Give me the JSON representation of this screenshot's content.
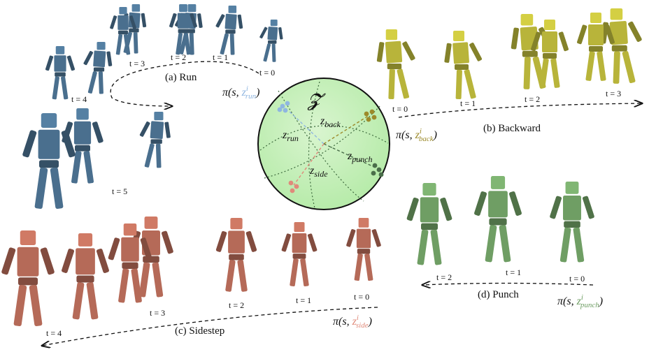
{
  "latent_space": {
    "symbol": "𝓩",
    "skills": [
      {
        "id": "run",
        "base": "z",
        "sub": "run",
        "color": "#8fb6e0"
      },
      {
        "id": "back",
        "base": "z",
        "sub": "back",
        "color": "#9c8a2a"
      },
      {
        "id": "punch",
        "base": "z",
        "sub": "punch",
        "color": "#4a6e4a"
      },
      {
        "id": "side",
        "base": "z",
        "sub": "side",
        "color": "#e08a7a"
      }
    ]
  },
  "panels": {
    "run": {
      "caption": "(a) Run",
      "color": "#4a6f8e",
      "ticks": [
        "t = 0",
        "t = 1",
        "t = 2",
        "t = 3",
        "t = 4",
        "t = 5"
      ],
      "policy": {
        "pre": "π(s, ",
        "var": "z",
        "sup": "i",
        "sub": "run",
        "post": ")"
      }
    },
    "backward": {
      "caption": "(b) Backward",
      "color": "#b8b43a",
      "ticks": [
        "t = 0",
        "t = 1",
        "t = 2",
        "t = 3"
      ],
      "policy": {
        "pre": "π(s, ",
        "var": "z",
        "sup": "i",
        "sub": "back",
        "post": ")"
      }
    },
    "sidestep": {
      "caption": "(c) Sidestep",
      "color": "#b56a58",
      "ticks": [
        "t = 0",
        "t = 1",
        "t = 2",
        "t = 3",
        "t = 4"
      ],
      "policy": {
        "pre": "π(s, ",
        "var": "z",
        "sup": "i",
        "sub": "side",
        "post": ")"
      }
    },
    "punch": {
      "caption": "(d) Punch",
      "color": "#6f9e64",
      "ticks": [
        "t = 0",
        "t = 1",
        "t = 2"
      ],
      "policy": {
        "pre": "π(s, ",
        "var": "z",
        "sup": "i",
        "sub": "punch",
        "post": ")"
      }
    }
  }
}
